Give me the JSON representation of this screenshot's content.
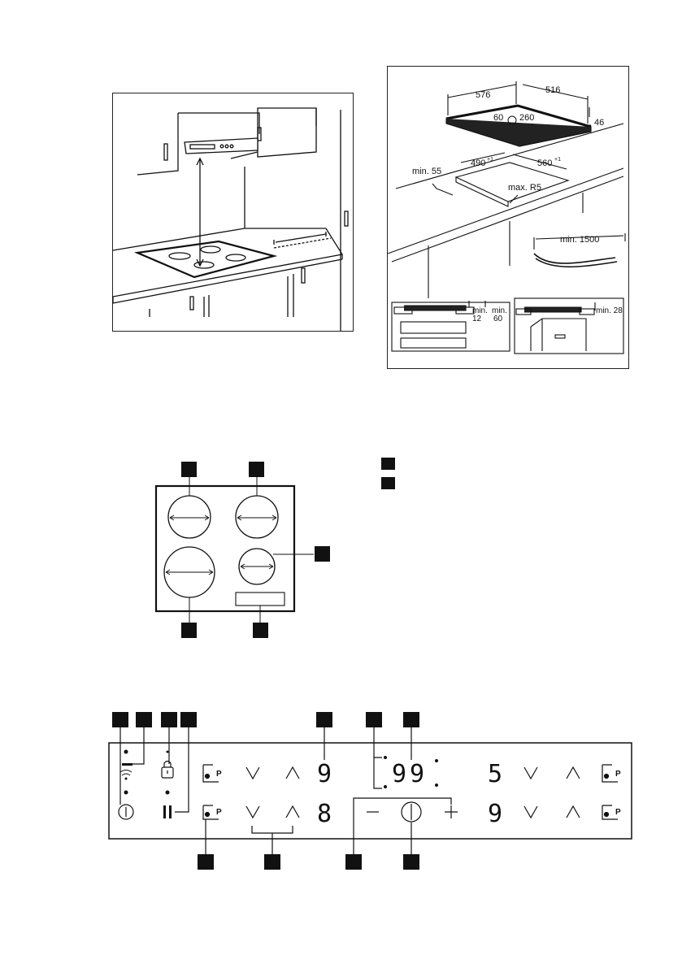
{
  "installation": {
    "dimensions": {
      "width": "576",
      "depth": "516",
      "inner_w": "60",
      "inner_d": "260",
      "height": "46",
      "cutout_w": "490",
      "cutout_w_tol": "+1",
      "cutout_d": "560",
      "cutout_d_tol": "+1",
      "min_front": "min. 55",
      "radius": "max. R5",
      "cable": "min. 1500",
      "min_12": "min.",
      "val_12": "12",
      "min_60": "min.",
      "val_60": "60",
      "min_28": "min. 28"
    }
  },
  "control_panel": {
    "displays": {
      "front_left": "9",
      "rear_left": "8",
      "timer": "99",
      "front_right": "5",
      "rear_right": "9"
    },
    "icons": [
      "power-icon",
      "wifi-icon",
      "lock-icon",
      "pause-icon",
      "bridge-icon",
      "down-arrow-icon",
      "up-arrow-icon",
      "minus-icon",
      "timer-icon",
      "plus-icon"
    ],
    "letter_p": "P"
  }
}
